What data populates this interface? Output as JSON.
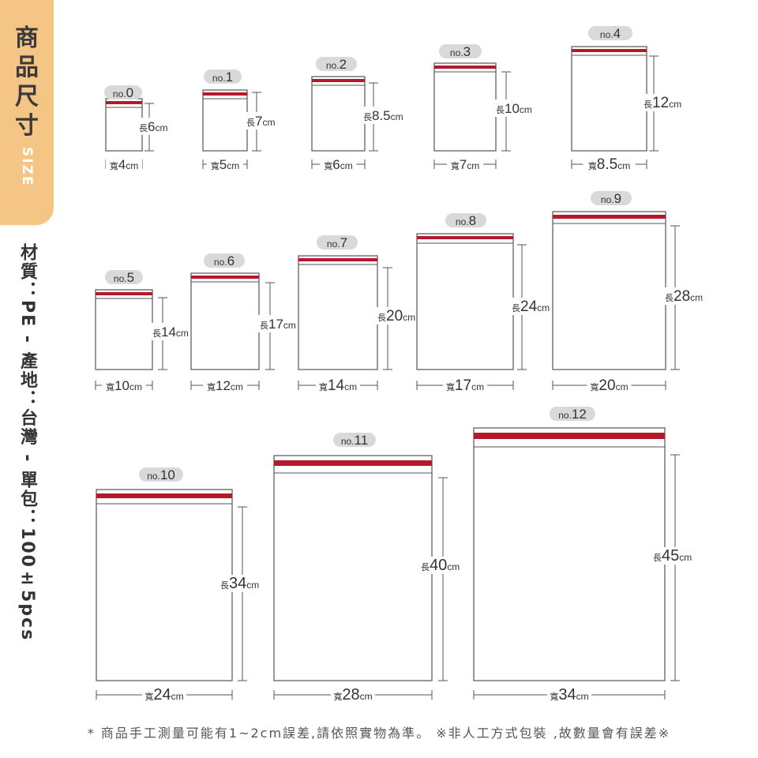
{
  "title": "商品尺寸",
  "subtitle": "SIZE",
  "material_text": "材質：PE - 產地：台灣 - 單包：100±5pcs",
  "footnote": "* 商品手工測量可能有1~2cm誤差,請依照實物為準。 ※非人工方式包裝 ,故數量會有誤差※",
  "colors": {
    "tab": "#f5c585",
    "seal_red": "#b5172b",
    "pill": "#d9d9d9",
    "line": "#555555"
  },
  "labels": {
    "length_prefix": "長",
    "width_prefix": "寬",
    "unit": "cm"
  },
  "chart_data": {
    "type": "table",
    "columns": [
      "model",
      "width_cm",
      "length_cm"
    ],
    "bags": [
      {
        "no": "no.0",
        "width": "4",
        "length": "6"
      },
      {
        "no": "no.1",
        "width": "5",
        "length": "7"
      },
      {
        "no": "no.2",
        "width": "6",
        "length": "8.5"
      },
      {
        "no": "no.3",
        "width": "7",
        "length": "10"
      },
      {
        "no": "no.4",
        "width": "8.5",
        "length": "12"
      },
      {
        "no": "no.5",
        "width": "10",
        "length": "14"
      },
      {
        "no": "no.6",
        "width": "12",
        "length": "17"
      },
      {
        "no": "no.7",
        "width": "14",
        "length": "20"
      },
      {
        "no": "no.8",
        "width": "17",
        "length": "24"
      },
      {
        "no": "no.9",
        "width": "20",
        "length": "28"
      },
      {
        "no": "no.10",
        "width": "24",
        "length": "34"
      },
      {
        "no": "no.11",
        "width": "28",
        "length": "40"
      },
      {
        "no": "no.12",
        "width": "34",
        "length": "45"
      }
    ]
  }
}
